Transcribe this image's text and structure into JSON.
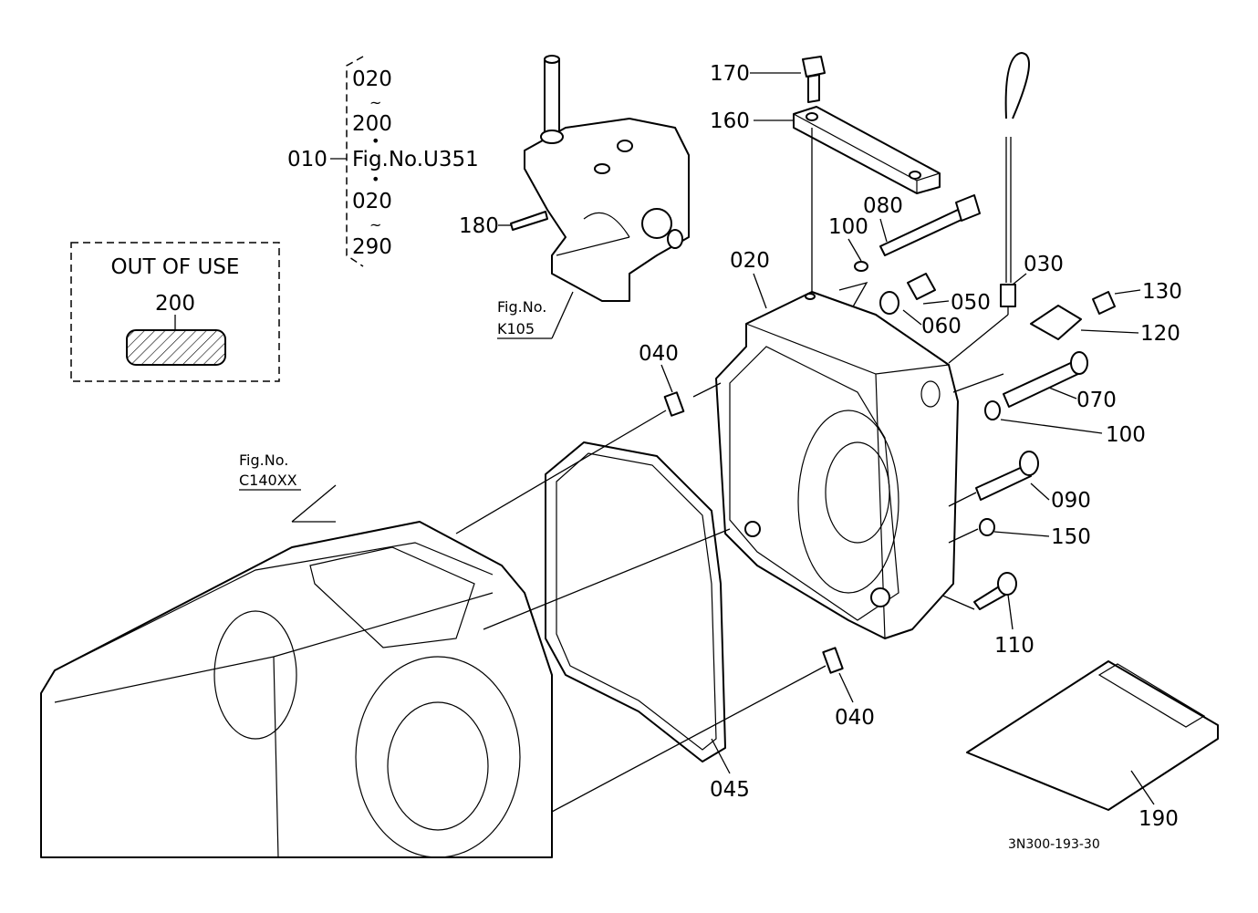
{
  "diagram_code": "3N300-193-30",
  "out_of_use": {
    "title": "OUT OF USE",
    "part": "200"
  },
  "bracket_group": {
    "ref": "010",
    "lines": [
      "020",
      "~",
      "200",
      "•",
      "Fig.No.U351",
      "•",
      "020",
      "~",
      "290"
    ]
  },
  "fig_refs": {
    "k105": {
      "line1": "Fig.No.",
      "line2": "K105"
    },
    "c140xx": {
      "line1": "Fig.No.",
      "line2": "C140XX"
    }
  },
  "callouts": {
    "p170": "170",
    "p160": "160",
    "p180": "180",
    "p100a": "100",
    "p080": "080",
    "p020": "020",
    "p030": "030",
    "p050": "050",
    "p060": "060",
    "p130": "130",
    "p120": "120",
    "p070": "070",
    "p100b": "100",
    "p090": "090",
    "p150": "150",
    "p110": "110",
    "p040a": "040",
    "p040b": "040",
    "p045": "045",
    "p190": "190"
  }
}
